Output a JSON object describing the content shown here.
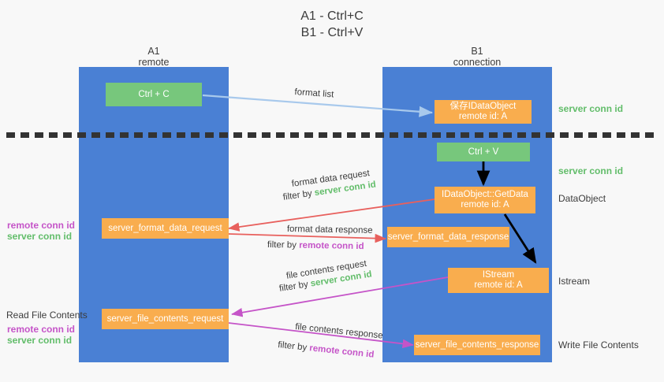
{
  "title": {
    "line1": "A1 - Ctrl+C",
    "line2": "B1 - Ctrl+V"
  },
  "columns": [
    {
      "name": "A1",
      "sub": "remote"
    },
    {
      "name": "B1",
      "sub": "connection"
    }
  ],
  "boxes": {
    "ctrl_c": "Ctrl + C",
    "ctrl_v": "Ctrl + V",
    "save_dataobject_l1": "保存IDataObject",
    "save_dataobject_l2": "remote id: A",
    "getdata_l1": "IDataObject::GetData",
    "getdata_l2": "remote id: A",
    "istream_l1": "IStream",
    "istream_l2": "remote id: A",
    "server_format_data_request": "server_format_data_request",
    "server_format_data_response": "server_format_data_response",
    "server_file_contents_request": "server_file_contents_request",
    "server_file_contents_response": "server_file_contents_response"
  },
  "right_labels": {
    "server_conn_id_top": "server conn id",
    "server_conn_id_mid": "server conn id",
    "dataobject": "DataObject",
    "istream": "Istream",
    "write_file_contents": "Write File Contents"
  },
  "left_labels": {
    "remote_conn_id_1": "remote conn id",
    "server_conn_id_1": "server conn id",
    "read_file_contents": "Read File Contents",
    "remote_conn_id_2": "remote conn id",
    "server_conn_id_2": "server conn id"
  },
  "arrow_labels": {
    "format_list": "format list",
    "format_data_request": "format data request",
    "format_data_filter_prefix": "filter by ",
    "format_data_filter_value": "server conn id",
    "format_data_response": "format data response",
    "format_data_response_filter_prefix": "filter by ",
    "format_data_response_filter_value": "remote conn id",
    "file_contents_request": "file contents request",
    "file_contents_filter_prefix": "filter by ",
    "file_contents_filter_value": "server conn id",
    "file_contents_response": "file contents response",
    "file_contents_response_filter_prefix": "filter by ",
    "file_contents_response_filter_value": "remote conn id"
  },
  "colors": {
    "lane": "#4a80d4",
    "green_box": "#77c77c",
    "orange_box": "#f9ad4e",
    "blue_arrow": "#a8c9ec",
    "red_arrow": "#e8605d",
    "magenta_arrow": "#c554c8",
    "black_arrow": "#000000",
    "green_text": "#62bd6a",
    "purple_text": "#c554c8",
    "background": "#f8f8f8"
  }
}
